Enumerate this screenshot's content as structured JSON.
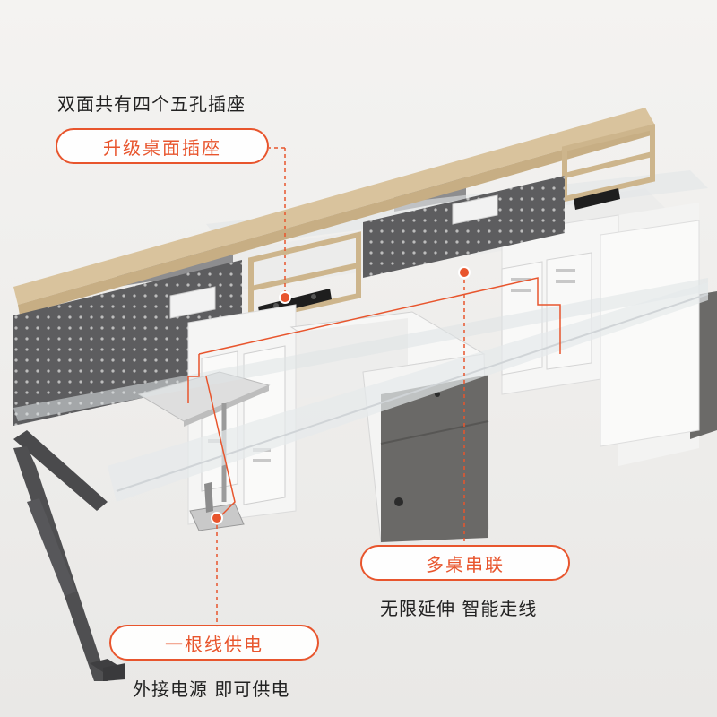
{
  "callouts": {
    "top_caption": "双面共有四个五孔插座",
    "top_pill": "升级桌面插座",
    "middle_pill": "多桌串联",
    "middle_caption": "无限延伸 智能走线",
    "bottom_pill": "一根线供电",
    "bottom_caption": "外接电源 即可供电"
  },
  "colors": {
    "accent": "#e8552d",
    "wood": "#d8c19a",
    "panel_gray": "#5e5e60",
    "background": "#f1f0ee",
    "cabinet_white": "#f7f7f6",
    "pedestal_gray": "#6b6a68"
  }
}
